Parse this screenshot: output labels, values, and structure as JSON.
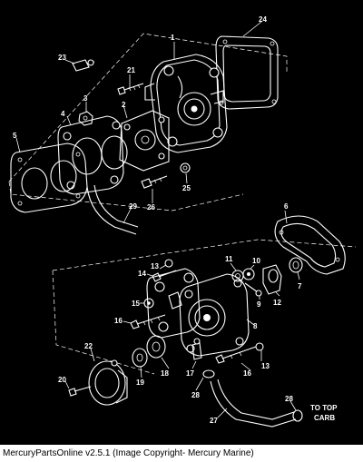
{
  "diagram": {
    "labels": {
      "p1": "1",
      "p2": "2",
      "p3": "3",
      "p4": "4",
      "p5": "5",
      "p6": "6",
      "p7": "7",
      "p8": "8",
      "p9": "9",
      "p10": "10",
      "p11": "11",
      "p12": "12",
      "p13a": "13",
      "p13b": "13",
      "p14": "14",
      "p15": "15",
      "p16a": "16",
      "p16b": "16",
      "p17": "17",
      "p18": "18",
      "p19": "19",
      "p20": "20",
      "p21": "21",
      "p22": "22",
      "p23": "23",
      "p24": "24",
      "p25": "25",
      "p26": "26",
      "p27": "27",
      "p28a": "28",
      "p28b": "28",
      "p29": "29"
    },
    "note_line1": "TO TOP",
    "note_line2": "CARB"
  },
  "caption": "MercuryPartsOnline v2.5.1 (Image Copyright- Mercury Marine)"
}
